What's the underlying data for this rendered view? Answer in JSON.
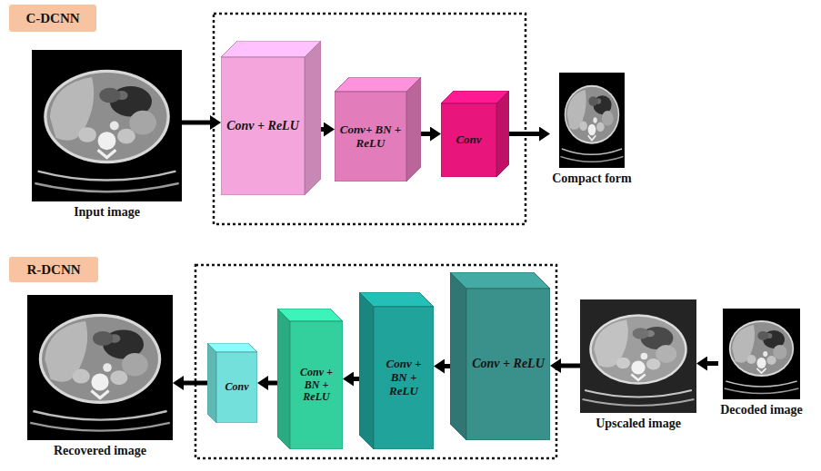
{
  "diagram": {
    "nodes": [
      {
        "text": [
          "C-DCNN"
        ]
      },
      {
        "text": [
          "Input image"
        ]
      },
      {
        "text": [
          "Conv + ReLU"
        ]
      },
      {
        "text": [
          "Conv+ BN + ReLU"
        ]
      },
      {
        "text": [
          "Conv"
        ]
      },
      {
        "text": [
          "Compact form"
        ]
      },
      {
        "text": [
          "R-DCNN"
        ]
      },
      {
        "text": [
          "Recovered image"
        ]
      },
      {
        "text": [
          "Conv"
        ]
      },
      {
        "text": [
          "Conv + BN + ReLU"
        ]
      },
      {
        "text": [
          "Conv + BN + ReLU"
        ]
      },
      {
        "text": [
          "Conv + ReLU"
        ]
      },
      {
        "text": [
          "Upscaled image"
        ]
      },
      {
        "text": [
          "Decoded image"
        ]
      }
    ],
    "edges": [
      {
        "from": 1,
        "to": 2,
        "arrow": "to"
      },
      {
        "from": 2,
        "to": 3,
        "arrow": "to"
      },
      {
        "from": 3,
        "to": 4,
        "arrow": "to"
      },
      {
        "from": 4,
        "to": 5,
        "arrow": "to"
      },
      {
        "from": 13,
        "to": 12,
        "arrow": "to"
      },
      {
        "from": 12,
        "to": 11,
        "arrow": "to"
      },
      {
        "from": 11,
        "to": 10,
        "arrow": "to"
      },
      {
        "from": 10,
        "to": 9,
        "arrow": "to"
      },
      {
        "from": 9,
        "to": 8,
        "arrow": "to"
      },
      {
        "from": 8,
        "to": 7,
        "arrow": "to"
      }
    ]
  }
}
